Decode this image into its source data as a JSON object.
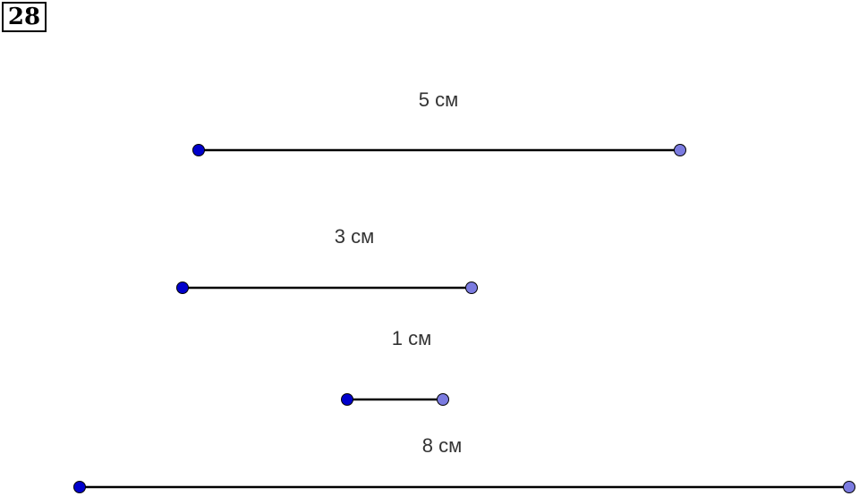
{
  "problem": {
    "number": "28"
  },
  "colors": {
    "line": "#000000",
    "start_point": "#0000cc",
    "end_point": "#7b7be0",
    "label": "#333333"
  },
  "segments": [
    {
      "label": "5 см",
      "length_cm": 5
    },
    {
      "label": "3 см",
      "length_cm": 3
    },
    {
      "label": "1 см",
      "length_cm": 1
    },
    {
      "label": "8 см",
      "length_cm": 8
    }
  ]
}
